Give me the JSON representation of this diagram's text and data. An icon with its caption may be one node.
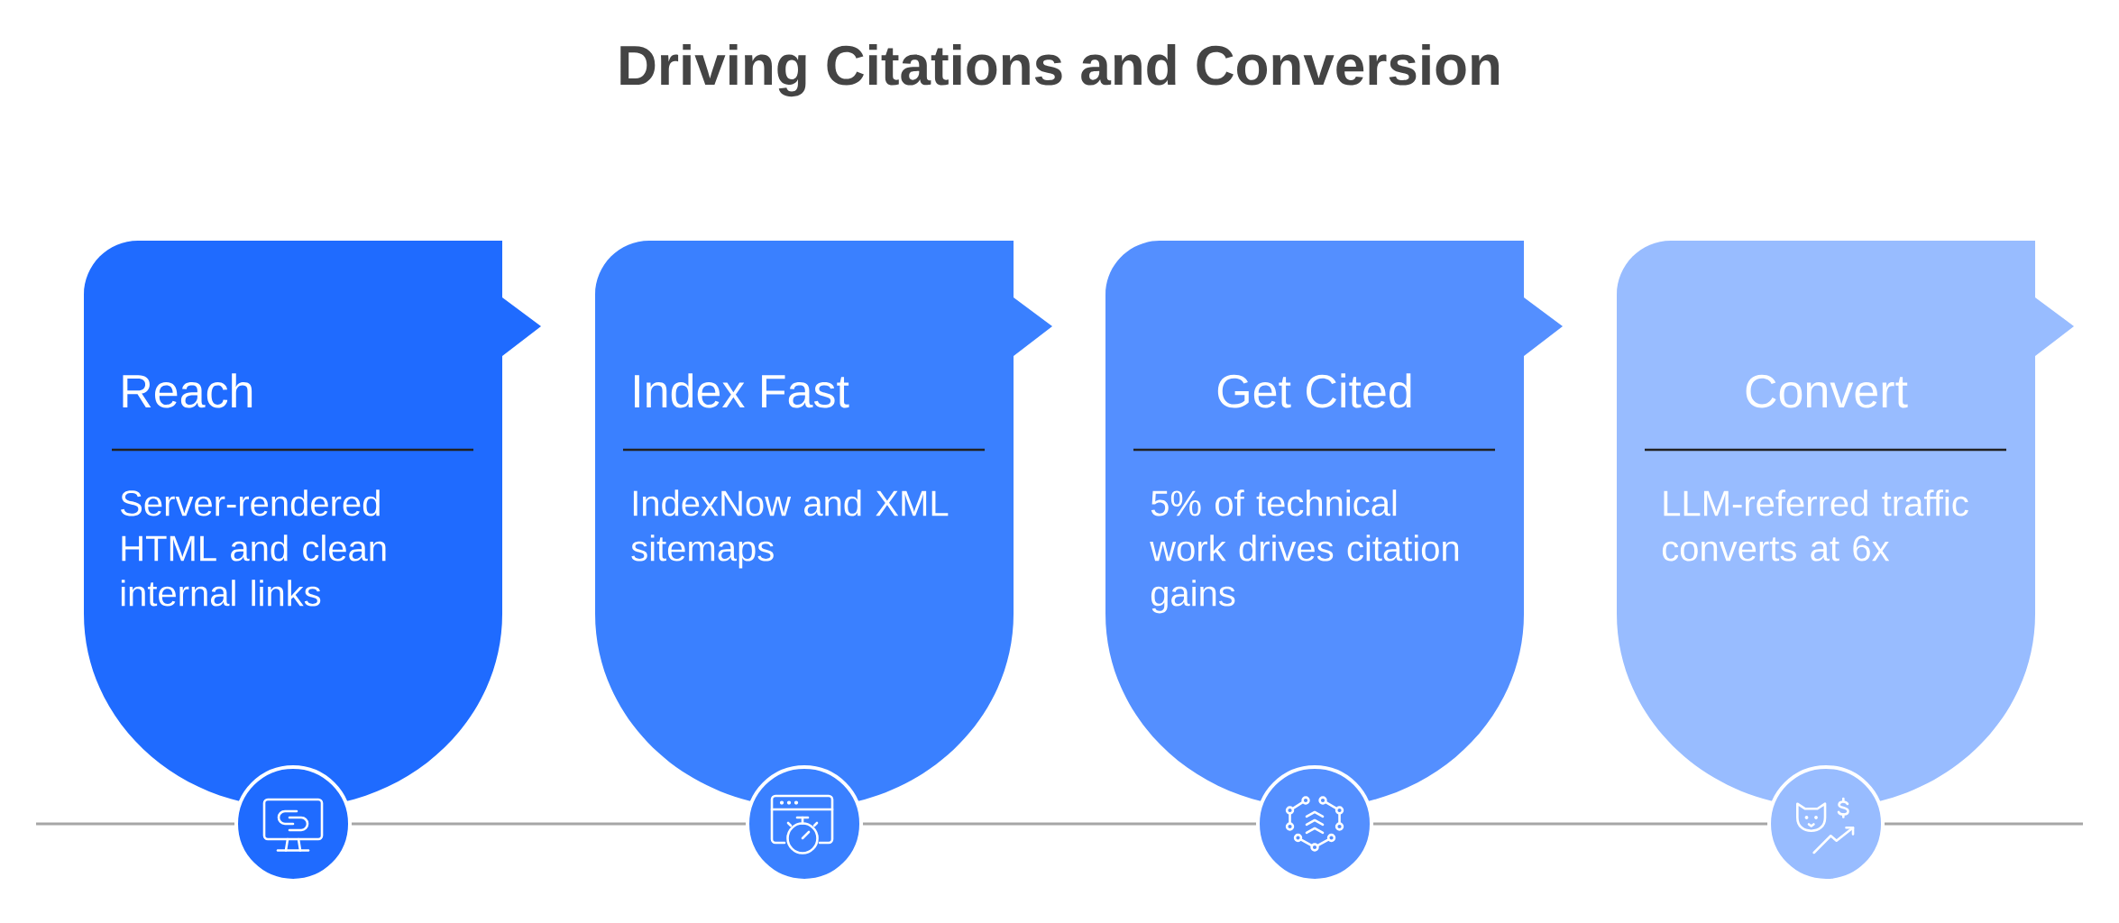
{
  "diagram": {
    "title": "Driving Citations and Conversion",
    "nodes": [
      {
        "text": [
          "Reach",
          "Server-rendered HTML and clean internal links"
        ]
      },
      {
        "text": [
          "Index Fast",
          "IndexNow and XML sitemaps"
        ]
      },
      {
        "text": [
          "Get Cited",
          "5% of technical work drives citation gains"
        ]
      },
      {
        "text": [
          "Convert",
          "LLM-referred traffic converts at 6x"
        ]
      },
      {
        "text": [],
        "shape": "circle"
      },
      {
        "text": [],
        "shape": "circle"
      },
      {
        "text": [],
        "shape": "circle"
      },
      {
        "text": [],
        "shape": "circle"
      }
    ],
    "edges": [
      {
        "from": null,
        "to": 4,
        "arrow": "none"
      },
      {
        "from": 4,
        "to": 5,
        "arrow": "none"
      },
      {
        "from": 5,
        "to": 6,
        "arrow": "none"
      },
      {
        "from": 6,
        "to": 7,
        "arrow": "none"
      },
      {
        "from": 7,
        "to": null,
        "arrow": "none"
      }
    ]
  }
}
